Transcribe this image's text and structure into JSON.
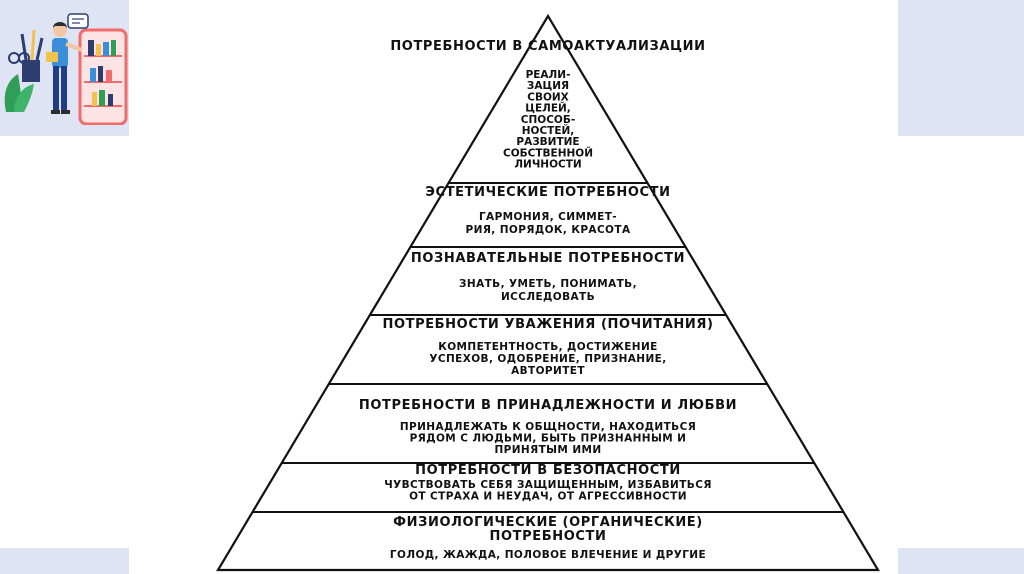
{
  "diagram": {
    "levels": [
      {
        "title": "ПОТРЕБНОСТИ В САМОАКТУАЛИЗАЦИИ",
        "lines": [
          "РЕАЛИ-",
          "ЗАЦИЯ",
          "СВОИХ",
          "ЦЕЛЕЙ,",
          "СПОСОБ-",
          "НОСТЕЙ,",
          "РАЗВИТИЕ",
          "СОБСТВЕННОЙ",
          "ЛИЧНОСТИ"
        ]
      },
      {
        "title": "ЭСТЕТИЧЕСКИЕ  ПОТРЕБНОСТИ",
        "lines": [
          "ГАРМОНИЯ, СИММЕТ-",
          "РИЯ, ПОРЯДОК, КРАСОТА"
        ]
      },
      {
        "title": "ПОЗНАВАТЕЛЬНЫЕ  ПОТРЕБНОСТИ",
        "lines": [
          "ЗНАТЬ, УМЕТЬ, ПОНИМАТЬ,",
          "ИССЛЕДОВАТЬ"
        ]
      },
      {
        "title": "ПОТРЕБНОСТИ  УВАЖЕНИЯ  (ПОЧИТАНИЯ)",
        "lines": [
          "КОМПЕТЕНТНОСТЬ, ДОСТИЖЕНИЕ",
          "УСПЕХОВ, ОДОБРЕНИЕ, ПРИЗНАНИЕ,",
          "АВТОРИТЕТ"
        ]
      },
      {
        "title": "ПОТРЕБНОСТИ  В ПРИНАДЛЕЖНОСТИ И ЛЮБВИ",
        "lines": [
          "ПРИНАДЛЕЖАТЬ К ОБЩНОСТИ, НАХОДИТЬСЯ",
          "РЯДОМ С ЛЮДЬМИ, БЫТЬ ПРИЗНАННЫМ И",
          "ПРИНЯТЫМ ИМИ"
        ]
      },
      {
        "title": "ПОТРЕБНОСТИ  В БЕЗОПАСНОСТИ",
        "lines": [
          "ЧУВСТВОВАТЬ СЕБЯ ЗАЩИЩЕННЫМ, ИЗБАВИТЬСЯ",
          "ОТ СТРАХА И НЕУДАЧ, ОТ АГРЕССИВНОСТИ"
        ]
      },
      {
        "title": "ФИЗИОЛОГИЧЕСКИЕ (ОРГАНИЧЕСКИЕ)",
        "title2": "ПОТРЕБНОСТИ",
        "lines": [
          "ГОЛОД, ЖАЖДА, ПОЛОВОЕ ВЛЕЧЕНИЕ И ДРУГИЕ"
        ]
      }
    ]
  },
  "illustration": {
    "icon": "person-with-bookshelf-icon",
    "colors": {
      "accent": "#f26b6b",
      "plant": "#2f9e57",
      "shirt": "#3a8fd8",
      "pants": "#1f3c88"
    }
  }
}
